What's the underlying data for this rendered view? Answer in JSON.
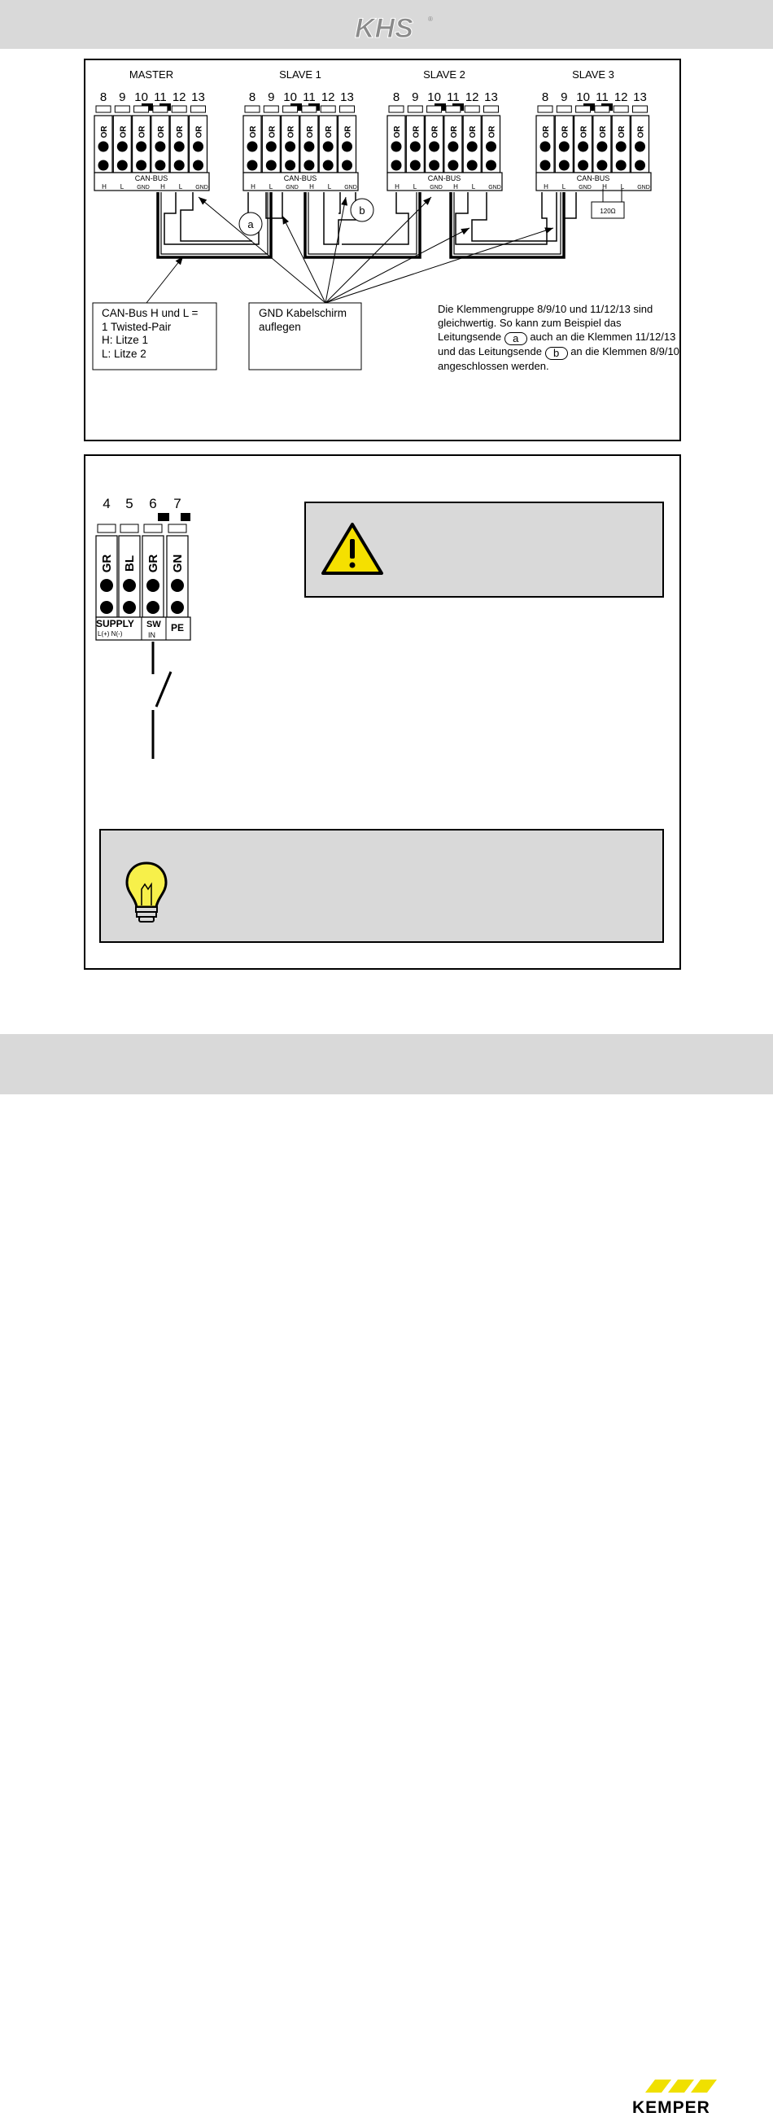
{
  "header": {
    "logo_text": "KHS",
    "logo_mark": "®"
  },
  "footer": {
    "logo_text": "KEMPER"
  },
  "can_bus": {
    "units": [
      {
        "title": "MASTER",
        "terminal_numbers": [
          "8",
          "9",
          "10",
          "11",
          "12",
          "13"
        ],
        "terminal_codes": [
          "OR",
          "OR",
          "OR",
          "OR",
          "OR",
          "OR"
        ],
        "bus_label": "CAN-BUS",
        "pin_labels": [
          "H",
          "L",
          "GND",
          "H",
          "L",
          "GND"
        ]
      },
      {
        "title": "SLAVE 1",
        "terminal_numbers": [
          "8",
          "9",
          "10",
          "11",
          "12",
          "13"
        ],
        "terminal_codes": [
          "OR",
          "OR",
          "OR",
          "OR",
          "OR",
          "OR"
        ],
        "bus_label": "CAN-BUS",
        "pin_labels": [
          "H",
          "L",
          "GND",
          "H",
          "L",
          "GND"
        ]
      },
      {
        "title": "SLAVE 2",
        "terminal_numbers": [
          "8",
          "9",
          "10",
          "11",
          "12",
          "13"
        ],
        "terminal_codes": [
          "OR",
          "OR",
          "OR",
          "OR",
          "OR",
          "OR"
        ],
        "bus_label": "CAN-BUS",
        "pin_labels": [
          "H",
          "L",
          "GND",
          "H",
          "L",
          "GND"
        ]
      },
      {
        "title": "SLAVE 3",
        "terminal_numbers": [
          "8",
          "9",
          "10",
          "11",
          "12",
          "13"
        ],
        "terminal_codes": [
          "OR",
          "OR",
          "OR",
          "OR",
          "OR",
          "OR"
        ],
        "bus_label": "CAN-BUS",
        "pin_labels": [
          "H",
          "L",
          "GND",
          "H",
          "L",
          "GND"
        ]
      }
    ],
    "resistor_label": "120Ω",
    "marker_a": "a",
    "marker_b": "b",
    "twisted_pair_box": {
      "line1": "CAN-Bus H und L =",
      "line2": "1 Twisted-Pair",
      "line3": "H:   Litze 1",
      "line4": "L:    Litze 2"
    },
    "gnd_box": {
      "line1": "GND Kabelschirm",
      "line2": "auflegen"
    },
    "note": {
      "part1": "Die Klemmengruppe 8/9/10 und 11/12/13 sind gleichwertig. So kann zum Beispiel das Leitungsende",
      "part2": "auch an die Klemmen 11/12/13 und das Leitungsende",
      "part3": "an die Klemmen 8/9/10 angeschlossen werden."
    }
  },
  "supply": {
    "terminal_numbers": [
      "4",
      "5",
      "6",
      "7"
    ],
    "terminal_codes": [
      "GR",
      "BL",
      "GR",
      "GN"
    ],
    "supply_label": "SUPPLY",
    "supply_sub": "L(+)  N(-)",
    "sw_label": "SW",
    "in_label": "IN",
    "pe_label": "PE"
  },
  "warning_box": {
    "icon": "warning-triangle-icon"
  },
  "tip_box": {
    "icon": "light-bulb-icon"
  },
  "colors": {
    "band": "#d9d9d9",
    "box_fill": "#d9d9d9",
    "warning_yellow": "#f5e000",
    "kemper_yellow": "#f0e000"
  }
}
